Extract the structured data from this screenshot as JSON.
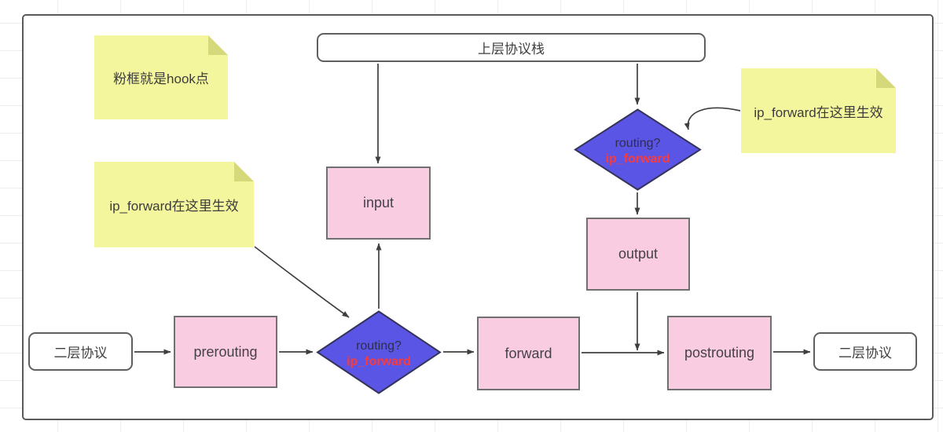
{
  "notes": {
    "hook_note": "粉框就是hook点",
    "ip_forward_note_left": "ip_forward在这里生效",
    "ip_forward_note_right": "ip_forward在这里生效"
  },
  "nodes": {
    "upper_protocol_stack": "上层协议栈",
    "input": "input",
    "output": "output",
    "prerouting": "prerouting",
    "forward": "forward",
    "postrouting": "postrouting",
    "layer2_protocol_left": "二层协议",
    "layer2_protocol_right": "二层协议",
    "routing_decision_top": {
      "line1": "routing?",
      "line2": "ip_forward"
    },
    "routing_decision_bottom": {
      "line1": "routing?",
      "line2": "ip_forward"
    }
  },
  "colors": {
    "hook_box_fill": "#f9cce2",
    "decision_diamond_fill": "#5a55e5",
    "sticky_note_fill": "#f4f69e",
    "emphasis_text": "#f93b3b",
    "connector_line": "#3f3f3f"
  }
}
